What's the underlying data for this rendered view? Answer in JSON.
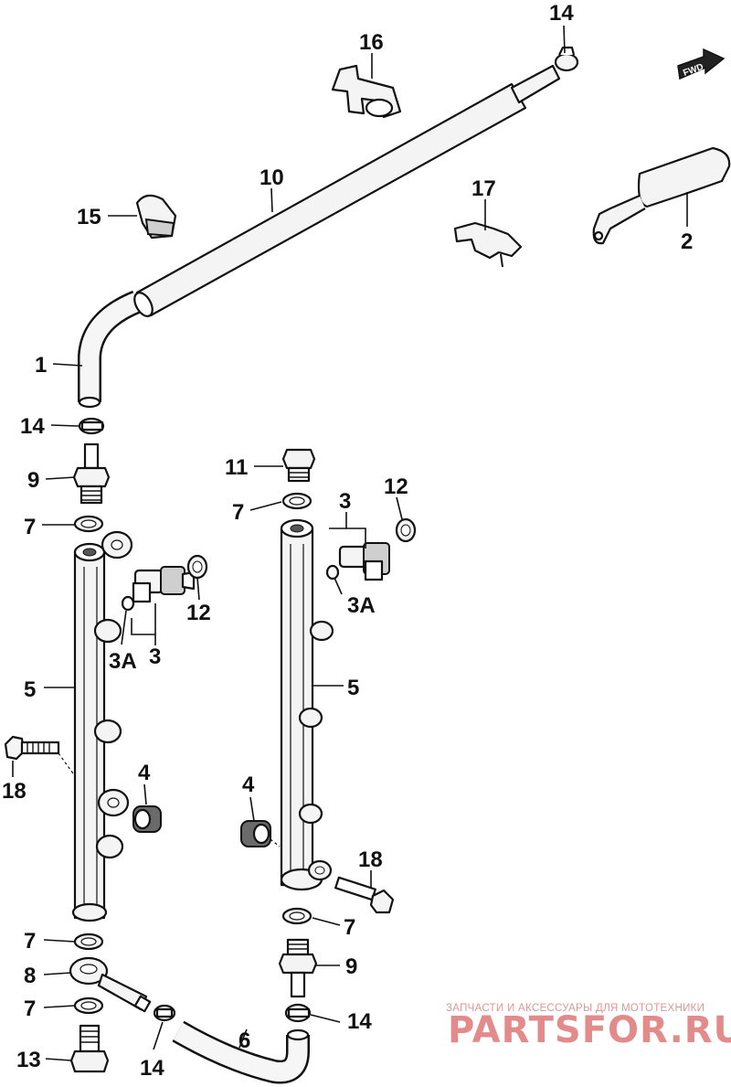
{
  "diagram": {
    "direction_badge": "FWD",
    "callouts": {
      "c14_top": "14",
      "c16": "16",
      "c10": "10",
      "c15": "15",
      "c17": "17",
      "c2": "2",
      "c1": "1",
      "c14_left": "14",
      "c9_left": "9",
      "c7_left_top": "7",
      "c11": "11",
      "c7_mid": "7",
      "c3_right": "3",
      "c12_right": "12",
      "c3A_right": "3A",
      "c12_left": "12",
      "c3A_left": "3A",
      "c3_left": "3",
      "c5_left": "5",
      "c5_right": "5",
      "c18_left": "18",
      "c4_left": "4",
      "c4_right": "4",
      "c18_right": "18",
      "c7_left_low": "7",
      "c7_right_low": "7",
      "c8": "8",
      "c9_right": "9",
      "c7_left_bottom": "7",
      "c14_right_bottom": "14",
      "c6": "6",
      "c13": "13",
      "c14_bottom": "14"
    }
  },
  "watermark": {
    "tagline": "ЗАПЧАСТИ И АКСЕССУАРЫ ДЛЯ МОТОТЕХНИКИ",
    "brand": "PARTSFOR.RU"
  },
  "colors": {
    "line": "#111111",
    "watermark": "#e07f7f"
  }
}
